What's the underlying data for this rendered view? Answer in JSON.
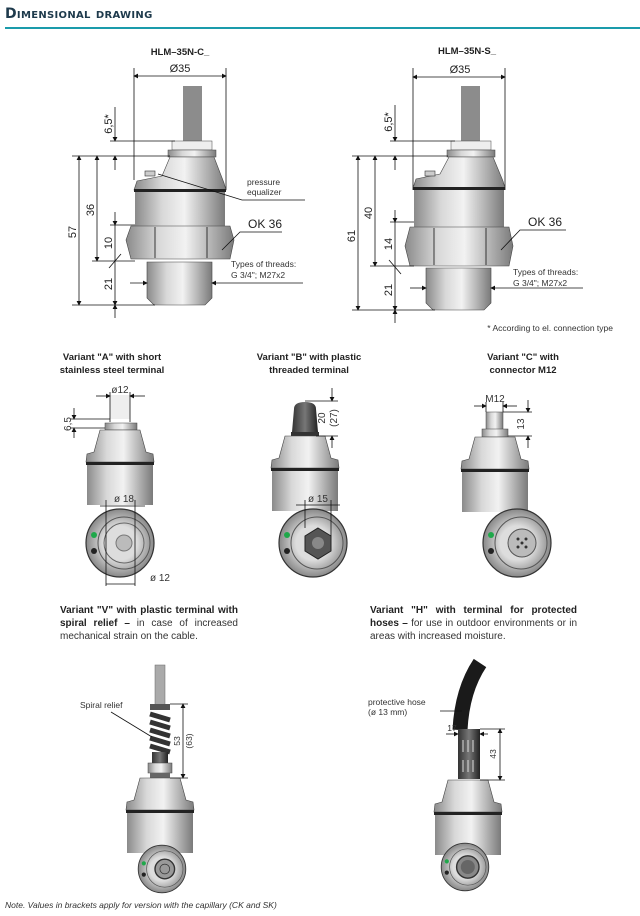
{
  "section_title": "Dimensional drawing",
  "drawings": {
    "c": {
      "title": "HLM–35N-C_",
      "dia": "Ø35",
      "d65": "6,5*",
      "d57": "57",
      "d36": "36",
      "d10": "10",
      "d21": "21",
      "wrench": "OK 36",
      "equalizer1": "pressure",
      "equalizer2": "equalizer",
      "threads1": "Types of threads:",
      "threads2": "G 3/4\"; M27x2"
    },
    "s": {
      "title": "HLM–35N-S_",
      "dia": "Ø35",
      "d65": "6,5*",
      "d61": "61",
      "d40": "40",
      "d14": "14",
      "d21": "21",
      "wrench": "OK 36",
      "threads1": "Types of threads:",
      "threads2": "G 3/4\"; M27x2"
    },
    "footnote": "* According to el. connection type"
  },
  "variants": {
    "a": {
      "title1": "Variant \"A\" with short",
      "title2": "stainless steel terminal",
      "d12": "ø12",
      "d65": "6,5",
      "d18": "ø 18",
      "d12b": "ø 12"
    },
    "b": {
      "title1": "Variant \"B\" with plastic",
      "title2": "threaded terminal",
      "d20": "20",
      "d27": "(27)",
      "d15": "ø 15"
    },
    "c": {
      "title1": "Variant \"C\" with",
      "title2": "connector M12",
      "m12": "M12",
      "d13": "13"
    },
    "v": {
      "title_bold": "Variant \"V\" with plastic terminal with spiral relief –",
      "text": "in case of increased mechanical strain on the cable.",
      "spiral": "Spiral relief",
      "d53": "53",
      "d63": "(63)"
    },
    "h": {
      "title_bold": "Variant \"H\" with terminal for protected hoses –",
      "text": "for use in outdoor environments or in areas with increased moisture.",
      "hose1": "protective hose",
      "hose2": "(ø 13 mm)",
      "d17": "17",
      "d43": "43"
    }
  },
  "note": "Note. Values in brackets apply for version with the capillary (CK and SK)",
  "colors": {
    "accent": "#1a9bab",
    "heading": "#1e3a4c",
    "led_green": "#1fa84a"
  }
}
